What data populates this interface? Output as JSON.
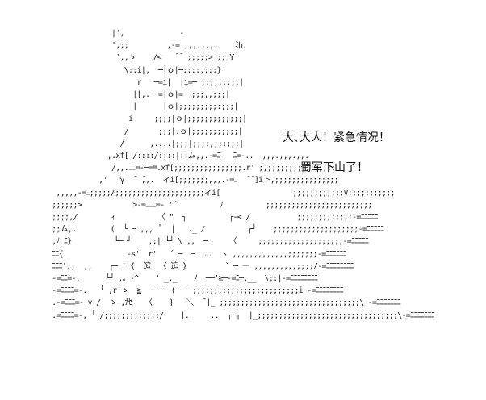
{
  "dialogue": {
    "line1": "大､大人！紧急情况！",
    "line2": "蜀军下山了！"
  },
  "ascii_art": [
    "                      |',             -",
    "                      ',;;         ,-= ,,,.,,,.    ﾐh.",
    "                       ',,ゝ    /<   ̄ ̄  ;;;;;> ;; Y",
    "                         \\::i|,  ─|ｏ|─::::,:::}",
    "                            r   ─=i|  |i=─ ;;;,,;;;;|",
    "                           |[,. ─=|ｏ|=─ ;;;,,;;;|",
    "                           |      |ｏ|;;;;;;;;;:;;;|",
    "                          i     ;;;;|ｏ|;;;;;;;;;;;;;|",
    "                         /       ;;;|.ｏ|;;;;;;;;;;;|",
    "                        /      ,....|;;;|;;;;,;;;;;;|",
    "                     ,.xf[ /::::/::::|::ム,,.-=ﾆ   ﾆ=-..  ,,,.,,,.,,.",
    "                      /,,.ﾆﾆ=-─=≡.xf[;;;;;;;;;;;;;;;;.r' ;,;;;;;;;;;;;;;;;;",
    "                   ,'   γ  ̄  ̄,,.  ィi[;;;;;;;,,,.-=ﾆ  ̄ ̄ ]i卜,;;;;;;;;;;;;;;;",
    "         ,,,,,-=ﾆ;;;;;/;;;;;;;;;;;;;;;;;;;;;ィi[                 ;;;;;;;;;;;;V;;;;;;;;;;;",
    "        ;;;;;;>            >-=ﾆﾆﾆ=- '´          ﾉ          ;;;;;;;;;;;;;;;;;;;;;;;;;",
    "        ;;;;,/        ｨ          〈 \"  ┐          ┌‐< /           ;;;;;;;;;;;;;-=ﾆﾆﾆﾆﾆ",
    "        ;;ム,.        (  └ ─ ,,,  ﾟ  |   ._ /          ┌┘    ;;;;;;;;;;;;;;;;;;;;-=ﾆﾆﾆﾆﾆ",
    "        ,ﾉ ﾆ}          └─ ┘    ,:| └┘ \\ ,,  ─     〈     ;;;;;;;;;;;;;;;;;;;;-=ﾆﾆﾆﾆﾆ",
    "        ﾆﾆ{               ‐s'  r'   ´ ─  ─  ..  ヽ ,,,,,,,,,,,,,;;;;;;;-=ﾆﾆﾆﾆﾆﾆ",
    "        ﾆﾆﾆ'.;  ,,    ┌─ ' {  迱  〈 迱 }         ` ─ ー ,,,,,,,,,,;;;;/-=ﾆﾆﾆﾆﾆﾆﾆﾆ",
    "        -=ﾆﾆ=-.      └┘ ,。-^    ' _._    ﾉ  ──'≧─-=ﾆ─,__  \\;:|-=ﾆﾆﾆﾆﾆﾆﾆﾆ",
    "        -=ﾆﾆﾆﾆ=-.   ┘ ,r'ゝ  ≧  ─ ─  (─ ─ ;;;;;;;;;;;;;;;;;;;;;;;;;i -=ﾆﾆﾆﾆﾆﾆﾆﾆ",
    "        .-=ﾆﾆﾆ=- y /  ゝ ,ﾅｾ   〈    }   ＼  ¯|_ ;;;;;;;;;;;;;;;;;;;;;;;;;;;;;;;;;\\ -=ﾆﾆﾆﾆﾆﾆﾆ",
    "        .=ﾆﾆﾆﾆ=-, ┘ /;;;;;;;;;;;;;/    |.     ..  ┐ ┐  |_;;;;;;;;;;;;;;;;;;;;;;;;;;;;;;;;;\\-=ﾆﾆﾆﾆﾆﾆﾆ"
  ]
}
